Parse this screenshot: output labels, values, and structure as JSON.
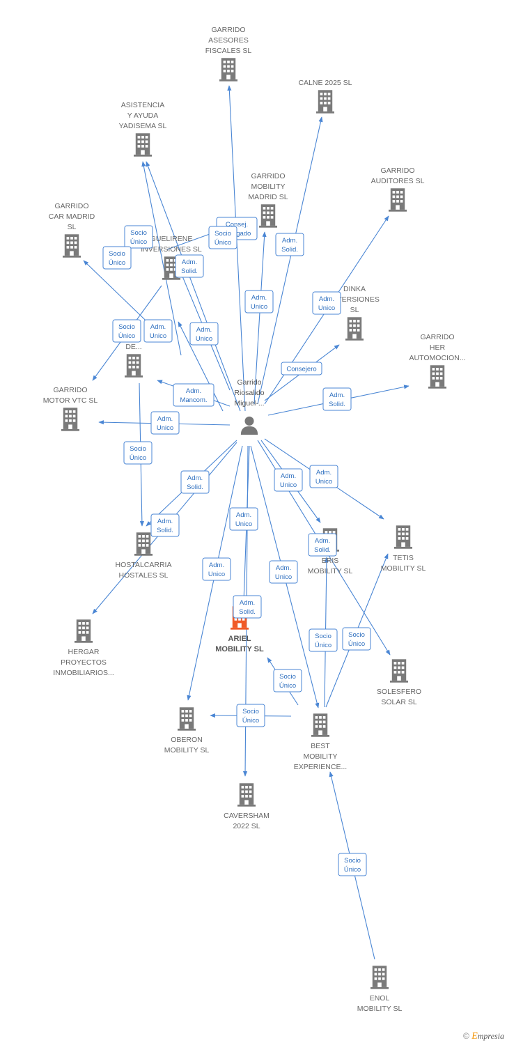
{
  "colors": {
    "edge": "#4a86d4",
    "label_text": "#2e6fbf",
    "building": "#7a7a7a",
    "building_main": "#f05a28",
    "node_text": "#666666"
  },
  "person": {
    "id": "person",
    "lines": [
      "Garrido",
      "Riosalido",
      "Miguel-..."
    ],
    "icon": "person-icon"
  },
  "companies": [
    {
      "id": "garrido_asesores",
      "lines": [
        "GARRIDO",
        "ASESORES",
        "FISCALES  SL"
      ]
    },
    {
      "id": "calne",
      "lines": [
        "CALNE 2025  SL"
      ]
    },
    {
      "id": "asistencia",
      "lines": [
        "ASISTENCIA",
        "Y AYUDA",
        "YADISEMA  SL"
      ]
    },
    {
      "id": "garrido_mobility_madrid",
      "lines": [
        "GARRIDO",
        "MOBILITY",
        "MADRID  SL"
      ]
    },
    {
      "id": "garrido_auditores",
      "lines": [
        "GARRIDO",
        "AUDITORES SL"
      ]
    },
    {
      "id": "garrido_car_madrid",
      "lines": [
        "GARRIDO",
        "CAR MADRID",
        "SL"
      ]
    },
    {
      "id": "guelirene",
      "lines": [
        "GUELIRENE",
        "INVERSIONES SL"
      ]
    },
    {
      "id": "dinka",
      "lines": [
        "DINKA",
        "INVERSIONES",
        "SL"
      ]
    },
    {
      "id": "garrido_her",
      "lines": [
        "GARRIDO",
        "HER",
        "AUTOMOCION..."
      ]
    },
    {
      "id": "promociones",
      "lines": [
        "P...",
        "DE..."
      ]
    },
    {
      "id": "garrido_motor",
      "lines": [
        "GARRIDO",
        "MOTOR VTC  SL"
      ]
    },
    {
      "id": "hostalcarria",
      "lines": [
        "HOSTALCARRIA",
        "HOSTALES  SL"
      ]
    },
    {
      "id": "tetis",
      "lines": [
        "TETIS",
        "MOBILITY  SL"
      ]
    },
    {
      "id": "eris",
      "lines": [
        "ERIS",
        "MOBILITY  SL"
      ]
    },
    {
      "id": "hergar",
      "lines": [
        "HERGAR",
        "PROYECTOS",
        "INMOBILIARIOS..."
      ]
    },
    {
      "id": "ariel",
      "lines": [
        "ARIEL",
        "MOBILITY  SL"
      ],
      "main": true
    },
    {
      "id": "solesfero",
      "lines": [
        "SOLESFERO",
        "SOLAR  SL"
      ]
    },
    {
      "id": "oberon",
      "lines": [
        "OBERON",
        "MOBILITY  SL"
      ]
    },
    {
      "id": "best",
      "lines": [
        "BEST",
        "MOBILITY",
        "EXPERIENCE..."
      ]
    },
    {
      "id": "caversham",
      "lines": [
        "CAVERSHAM",
        "2022  SL"
      ]
    },
    {
      "id": "enol",
      "lines": [
        "ENOL",
        "MOBILITY  SL"
      ]
    }
  ],
  "relations": [
    {
      "from": "person",
      "to": "garrido_asesores",
      "lines": [
        "Consej.",
        "Delegado"
      ],
      "label_text": "Consej. , Delegad..."
    },
    {
      "from": "person",
      "to": "calne",
      "lines": [
        "Adm.",
        "Solid."
      ]
    },
    {
      "from": "person",
      "to": "asistencia",
      "lines": [
        "Socio",
        "Único"
      ]
    },
    {
      "from": "person",
      "to": "garrido_mobility_madrid",
      "lines": [
        "Adm.",
        "Unico"
      ]
    },
    {
      "from": "person",
      "to": "garrido_auditores",
      "lines": [
        "Adm.",
        "Unico"
      ]
    },
    {
      "from": "person",
      "to": "garrido_car_madrid",
      "lines": [
        "Socio",
        "Único"
      ]
    },
    {
      "from": "person",
      "to": "guelirene",
      "lines": [
        "Adm.",
        "Solid."
      ]
    },
    {
      "from": "person",
      "to": "dinka",
      "lines": [
        "Consejero"
      ]
    },
    {
      "from": "person",
      "to": "garrido_her",
      "lines": [
        "Adm.",
        "Solid."
      ]
    },
    {
      "from": "person",
      "to": "promociones",
      "lines": [
        "Adm.",
        "Mancom."
      ]
    },
    {
      "from": "person",
      "to": "garrido_motor",
      "lines": [
        "Adm.",
        "Unico"
      ]
    },
    {
      "from": "person",
      "to": "hostalcarria",
      "lines": [
        "Adm.",
        "Solid."
      ]
    },
    {
      "from": "person",
      "to": "tetis",
      "lines": [
        "Adm.",
        "Unico"
      ]
    },
    {
      "from": "person",
      "to": "eris",
      "lines": [
        "Adm.",
        "Unico"
      ]
    },
    {
      "from": "person",
      "to": "hergar",
      "lines": [
        "Adm.",
        "Solid."
      ]
    },
    {
      "from": "person",
      "to": "ariel",
      "lines": [
        "Adm.",
        "Unico"
      ]
    },
    {
      "from": "person",
      "to": "oberon",
      "lines": [
        "Adm.",
        "Unico"
      ]
    },
    {
      "from": "person",
      "to": "best",
      "lines": [
        "Adm.",
        "Unico"
      ]
    },
    {
      "from": "person",
      "to": "guelirene",
      "lines": [
        "Adm.",
        "Unico"
      ]
    },
    {
      "from": "person",
      "to": "solesfero",
      "lines": [
        "Adm.",
        "Solid."
      ]
    },
    {
      "from": "person",
      "to": "caversham",
      "lines": [
        "Adm.",
        "Solid."
      ]
    },
    {
      "from": "guelirene",
      "to": "garrido_asesores",
      "lines": [
        "Socio",
        "Único"
      ]
    },
    {
      "from": "guelirene",
      "to": "garrido_motor",
      "lines": [
        "Socio",
        "Único"
      ]
    },
    {
      "from": "promociones",
      "to": "asistencia",
      "lines": [
        "Socio",
        "Único"
      ]
    },
    {
      "from": "promociones",
      "to": "garrido_car_madrid",
      "lines": [
        "Adm.",
        "Unico"
      ]
    },
    {
      "from": "promociones",
      "to": "hostalcarria",
      "lines": [
        "Socio",
        "Único"
      ]
    },
    {
      "from": "best",
      "to": "ariel",
      "lines": [
        "Socio",
        "Único"
      ]
    },
    {
      "from": "best",
      "to": "eris",
      "lines": [
        "Socio",
        "Único"
      ]
    },
    {
      "from": "best",
      "to": "tetis",
      "lines": [
        "Socio",
        "Único"
      ]
    },
    {
      "from": "best",
      "to": "oberon",
      "lines": [
        "Socio",
        "Único"
      ]
    },
    {
      "from": "enol",
      "to": "best",
      "lines": [
        "Socio",
        "Único"
      ]
    }
  ],
  "brand": {
    "copyright": "©",
    "initial": "E",
    "rest": "mpresia"
  }
}
